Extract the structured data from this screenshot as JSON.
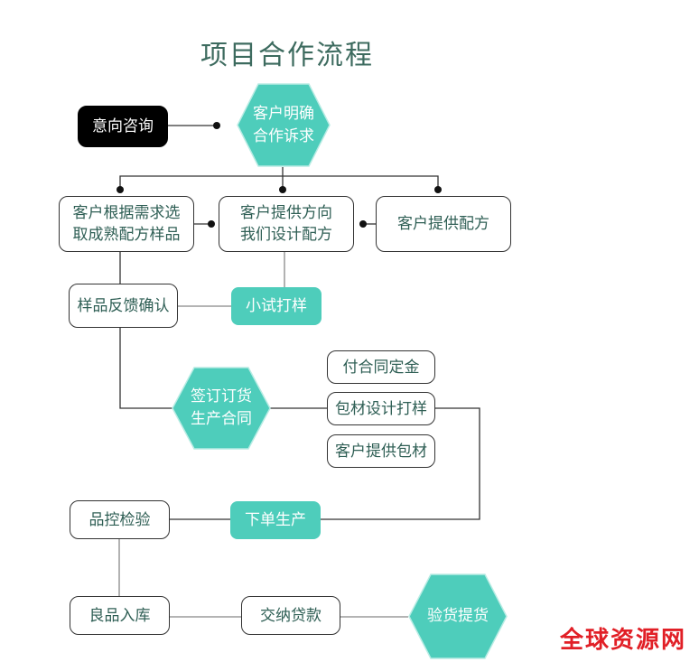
{
  "title": "项目合作流程",
  "nodes": {
    "inquiry": "意向咨询",
    "clarify": [
      "客户明确",
      "合作诉求"
    ],
    "select_sample": [
      "客户根据需求选",
      "取成熟配方样品"
    ],
    "direction_design": [
      "客户提供方向",
      "我们设计配方"
    ],
    "provide_formula": "客户提供配方",
    "sample_feedback": "样品反馈确认",
    "trial_sample": "小试打样",
    "sign_contract": [
      "签订订货",
      "生产合同"
    ],
    "pay_deposit": "付合同定金",
    "packaging_design": "包材设计打样",
    "client_packaging": "客户提供包材",
    "quality_check": "品控检验",
    "production": "下单生产",
    "warehouse": "良品入库",
    "payment": "交纳贷款",
    "delivery": "验货提货"
  },
  "watermark": "全球资源网",
  "colors": {
    "teal": "#4ecdbb",
    "black": "#000000",
    "text": "#2f5f55",
    "watermark": "#e11f26"
  }
}
